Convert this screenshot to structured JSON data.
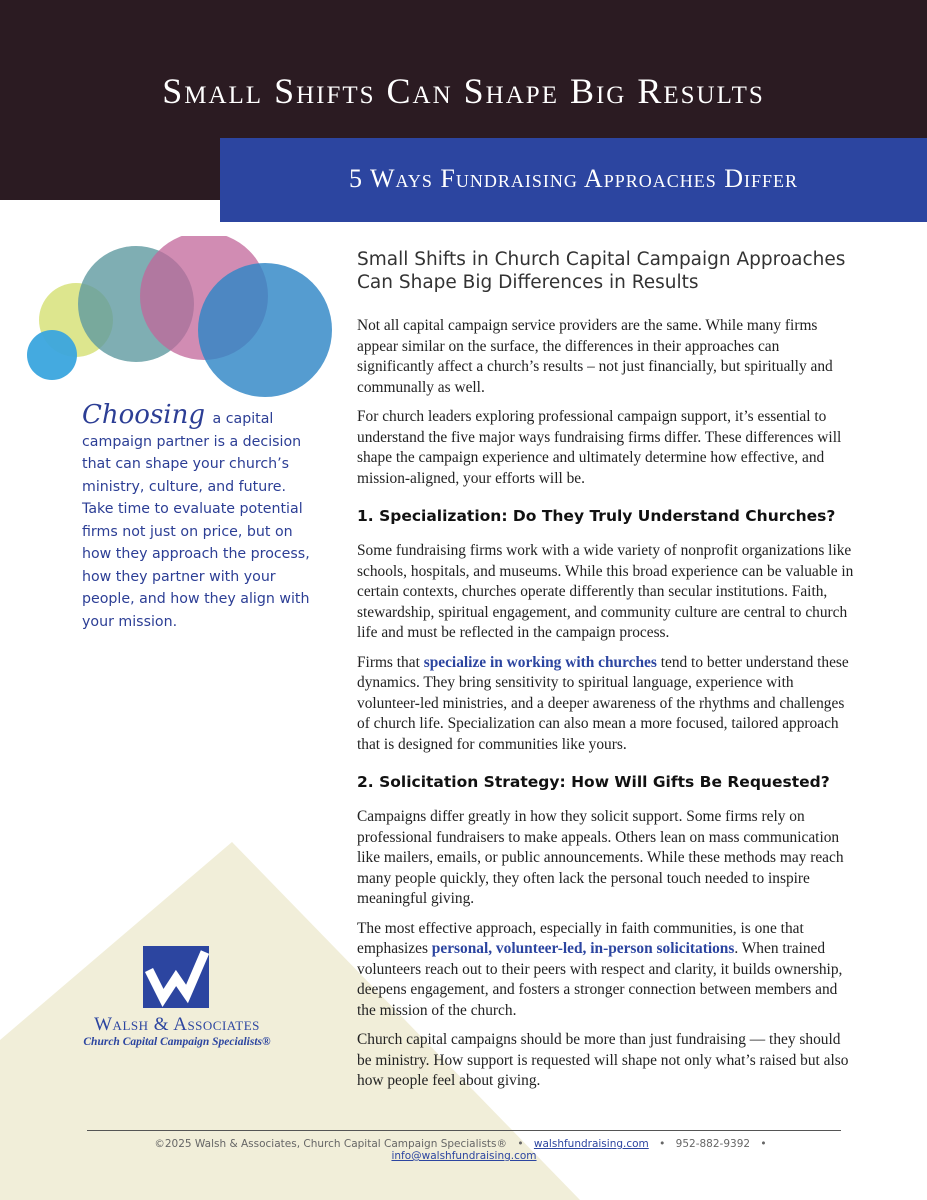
{
  "header": {
    "title": "Small Shifts Can Shape Big Results",
    "subtitle": "5 Ways Fundraising Approaches Differ"
  },
  "sidebar": {
    "quote_initial": "Choosing",
    "quote_rest": " a capital campaign partner is a decision that can shape your church’s ministry, culture, and future. Take time to evaluate potential firms not just on price, but on how they approach the process, how they partner with your people, and how they align with your mission."
  },
  "logo": {
    "name": "Walsh & Associates",
    "tagline": "Church Capital Campaign Specialists®"
  },
  "article": {
    "heading_line1": "Small Shifts in Church Capital Campaign Approaches",
    "heading_line2": "Can Shape Big Differences in Results",
    "intro_p1": "Not all capital campaign service providers are the same. While many firms appear similar on the surface, the differences in their approaches can significantly affect a church’s results – not just financially, but spiritually and communally as well.",
    "intro_p2": "For church leaders exploring professional campaign support, it’s essential to understand the five major ways fundraising firms differ. These differences will shape the campaign experience and ultimately determine how effective, and mission-aligned, your efforts will be.",
    "s1_title": "1.  Specialization: Do They Truly Understand Churches?",
    "s1_p1": "Some fundraising firms work with a wide variety of nonprofit organizations like schools, hospitals, and museums. While this broad experience can be valuable in certain contexts, churches operate differently than secular institutions. Faith, stewardship, spiritual engagement, and community culture are central to church life and must be reflected in the campaign process.",
    "s1_p2_pre": "Firms that ",
    "s1_p2_hl": "specialize in working with churches",
    "s1_p2_post": " tend to better understand these dynamics. They bring sensitivity to spiritual language, experience with volunteer-led ministries, and a deeper awareness of the rhythms and challenges of church life. Specialization can also mean a more focused, tailored approach that is designed for communities like yours.",
    "s2_title": "2.  Solicitation Strategy: How Will Gifts Be Requested?",
    "s2_p1": "Campaigns differ greatly in how they solicit support. Some firms rely on professional fundraisers to make appeals. Others lean on mass communication like mailers, emails, or public announcements. While these methods may reach many people quickly, they often lack the personal touch needed to inspire meaningful giving.",
    "s2_p2_pre": "The most effective approach, especially in faith communities, is one that emphasizes ",
    "s2_p2_hl": "personal, volunteer-led, in-person solicitations",
    "s2_p2_post": ". When trained volunteers reach out to their peers with respect and clarity, it builds ownership, deepens engagement, and fosters a stronger connection between members and the mission of the church.",
    "s2_p3": "Church capital campaigns should be more than just fundraising — they should be ministry. How support is requested will shape not only what’s raised but also how people feel about giving."
  },
  "footer": {
    "copyright": "©2025 Walsh & Associates, Church Capital Campaign Specialists®",
    "website": "walshfundraising.com",
    "phone": "952-882-9392",
    "email": "info@walshfundraising.com",
    "bullet": "•"
  },
  "colors": {
    "header_dark": "#2b1b22",
    "brand_blue": "#2c45a0",
    "triangle_cream": "#f1eed9"
  }
}
